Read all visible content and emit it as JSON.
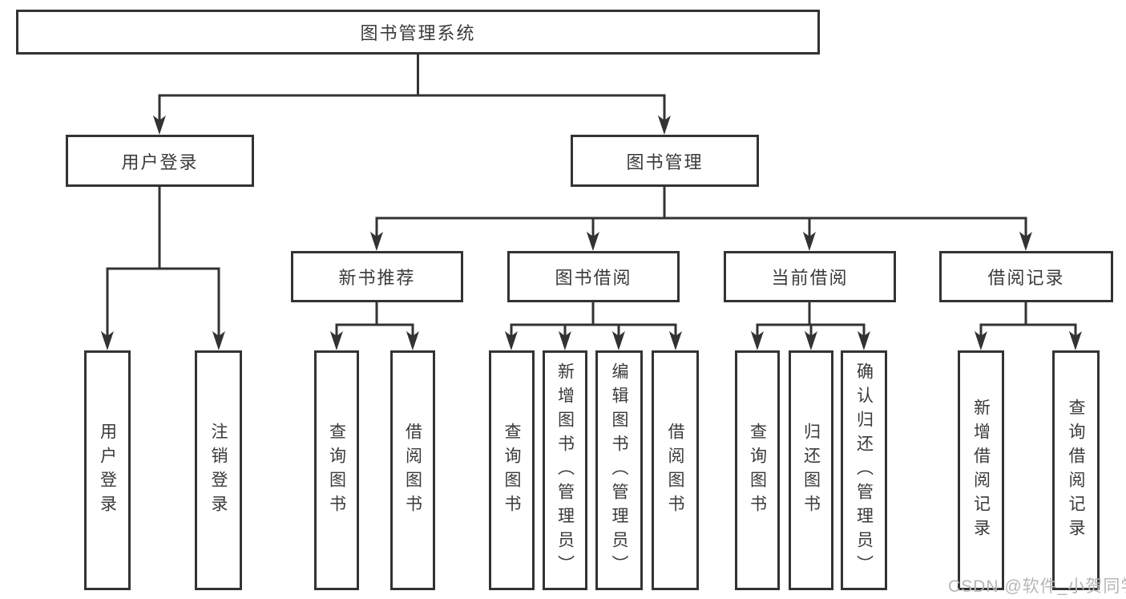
{
  "tree": {
    "root": "图书管理系统",
    "branches": [
      {
        "label": "用户登录",
        "children": [
          "用户登录",
          "注销登录"
        ]
      },
      {
        "label": "图书管理",
        "groups": [
          {
            "label": "新书推荐",
            "children": [
              "查询图书",
              "借阅图书"
            ]
          },
          {
            "label": "图书借阅",
            "children": [
              "查询图书",
              "新增图书（管理员）",
              "编辑图书（管理员）",
              "借阅图书"
            ]
          },
          {
            "label": "当前借阅",
            "children": [
              "查询图书",
              "归还图书",
              "确认归还（管理员）"
            ]
          },
          {
            "label": "借阅记录",
            "children": [
              "新增借阅记录",
              "查询借阅记录"
            ]
          }
        ]
      }
    ]
  },
  "watermark": "CSDN @软件_小贺同学",
  "colors": {
    "line": "#333333",
    "text": "#3a3a3a",
    "box_background": "#ffffff",
    "watermark": "#b6b6ba"
  }
}
